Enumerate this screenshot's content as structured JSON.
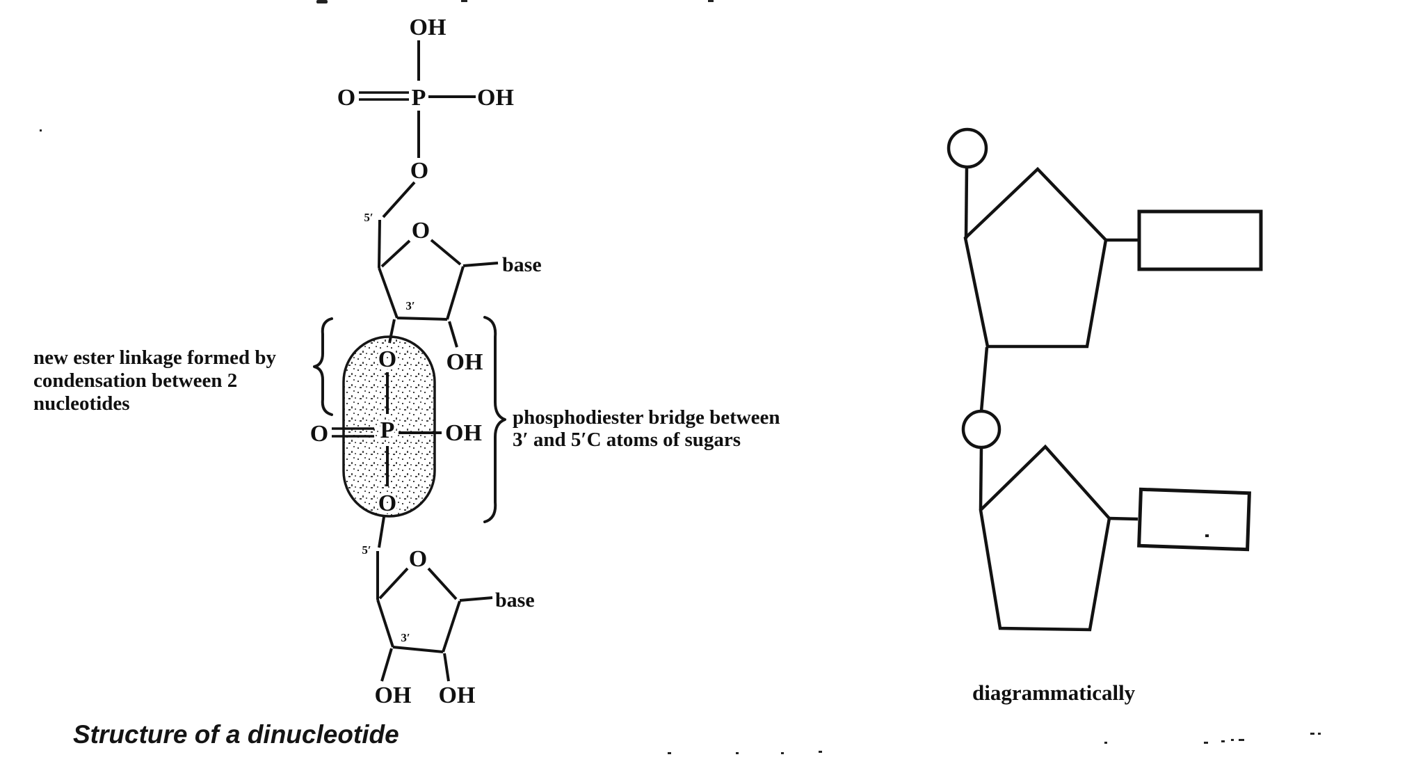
{
  "top_phosphate": {
    "oh_top": "OH",
    "o_left": "O",
    "p": "P",
    "oh_right": "OH",
    "o_ester": "O"
  },
  "sugar_top": {
    "c5": "5′",
    "ring_o": "O",
    "base_label": "base",
    "c3": "3′",
    "oh": "OH"
  },
  "bridge_phosphate": {
    "o_top": "O",
    "o_left": "O",
    "p": "P",
    "oh_right": "OH",
    "o_bottom": "O"
  },
  "sugar_bottom": {
    "c5": "5′",
    "ring_o": "O",
    "base_label": "base",
    "c3": "3′",
    "oh_left": "OH",
    "oh_right": "OH"
  },
  "annotations": {
    "ester_linkage_line1": "new ester linkage formed by",
    "ester_linkage_line2": "condensation between 2",
    "ester_linkage_line3": "nucleotides",
    "phosphodiester_line1": "phosphodiester bridge between",
    "phosphodiester_line2": "3′ and 5′C atoms of sugars"
  },
  "captions": {
    "left": "Structure of a dinucleotide",
    "right": "diagrammatically"
  },
  "ink_color": "#121212",
  "background_color": "#ffffff"
}
